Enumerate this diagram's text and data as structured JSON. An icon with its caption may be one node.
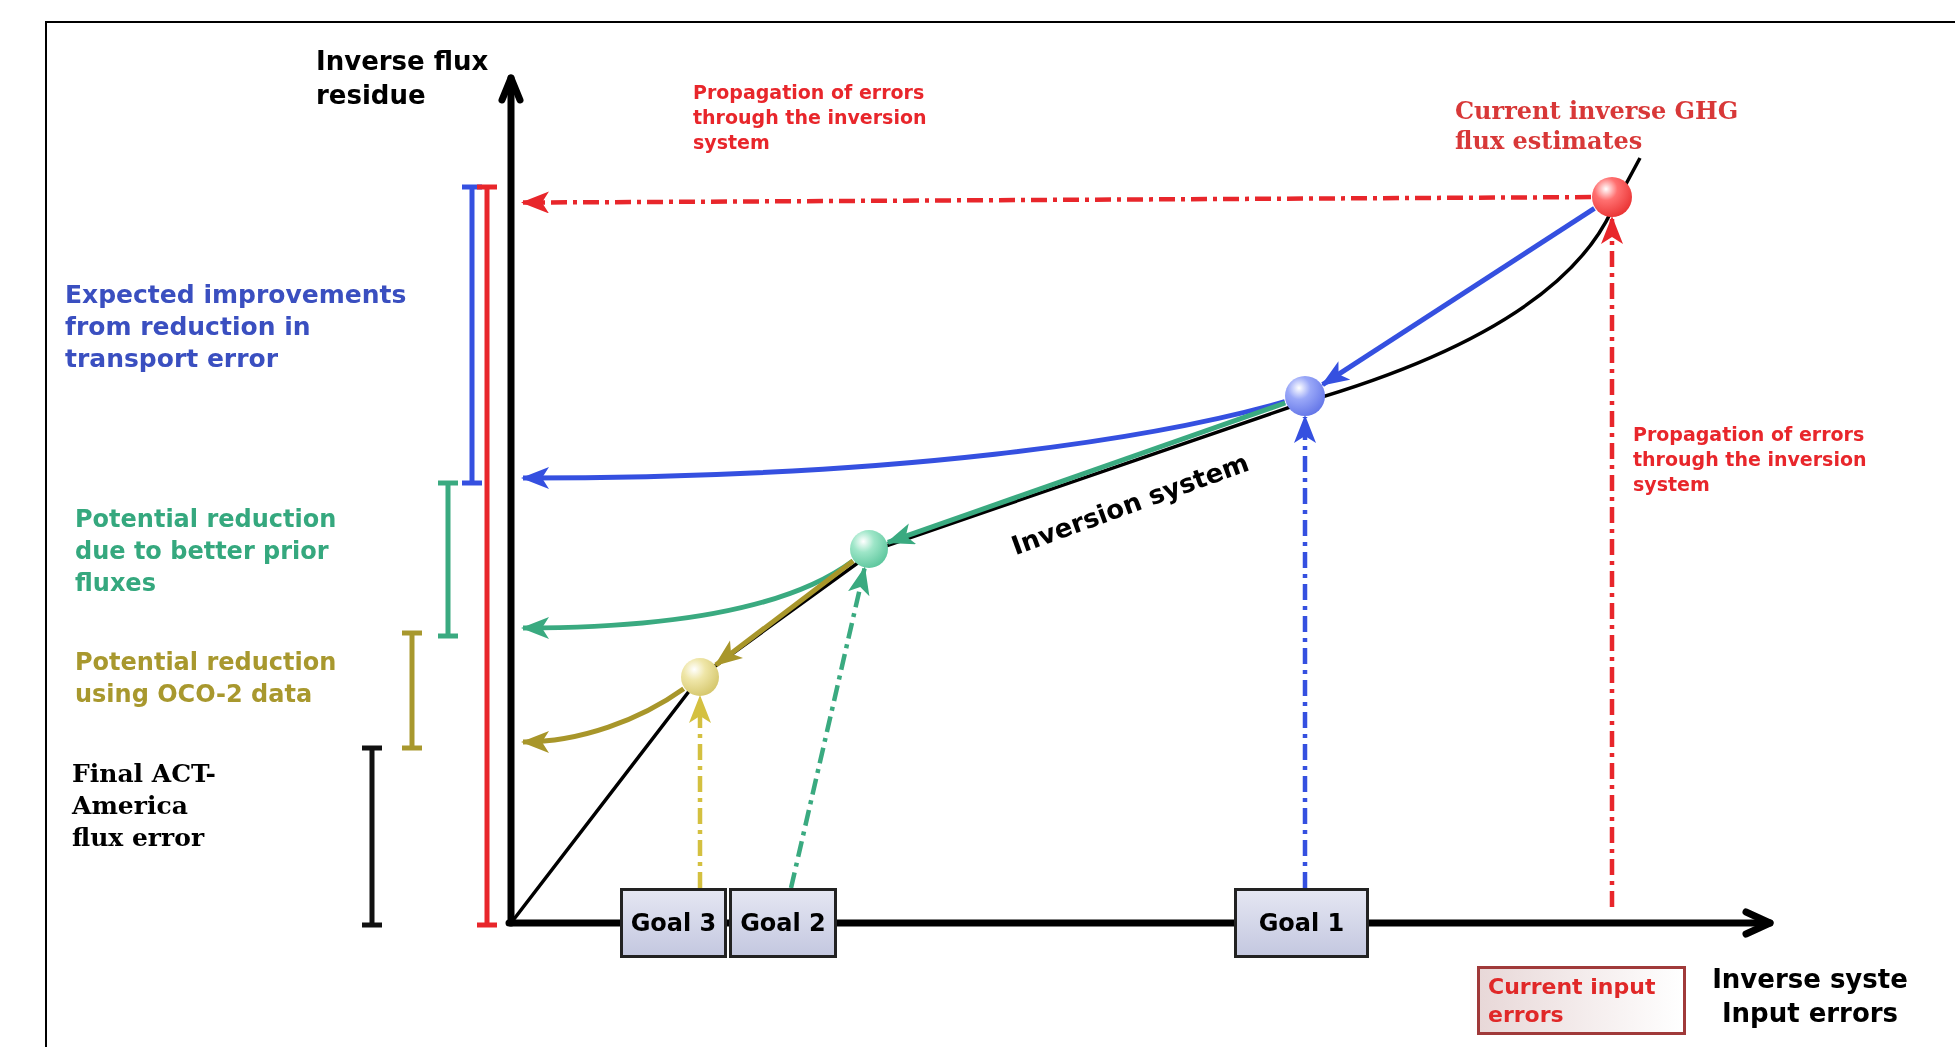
{
  "diagram": {
    "nodes": [
      {
        "text": [],
        "shape": "circle",
        "beside": [
          "Current inverse GHG flux estimates"
        ]
      },
      {
        "text": [],
        "shape": "circle"
      },
      {
        "text": [],
        "shape": "circle"
      },
      {
        "text": [],
        "shape": "circle"
      },
      {
        "text": [
          "Goal 3"
        ]
      },
      {
        "text": [
          "Goal 2"
        ]
      },
      {
        "text": [
          "Goal 1"
        ]
      },
      {
        "text": [
          "Current input errors"
        ]
      },
      {
        "text": [],
        "shape": "bar",
        "beside": [
          "Inverse flux residue"
        ]
      },
      {
        "text": [],
        "shape": "bar",
        "beside": [
          "Inverse syste Input errors"
        ]
      }
    ],
    "edges": [
      {
        "from": 0,
        "to": 8,
        "arrow": "to",
        "style": "dashed",
        "color": "#e8262b"
      },
      {
        "from": 9,
        "to": 0,
        "arrow": "to",
        "style": "dashed",
        "color": "#e8262b"
      },
      {
        "from": 0,
        "to": 1,
        "arrow": "to",
        "color": "#3550e0"
      },
      {
        "from": 1,
        "to": 8,
        "arrow": "to",
        "color": "#3550e0"
      },
      {
        "from": 1,
        "to": 2,
        "arrow": "to",
        "color": "#3aaa80"
      },
      {
        "from": 2,
        "to": 8,
        "arrow": "to",
        "color": "#3aaa80"
      },
      {
        "from": 2,
        "to": 3,
        "arrow": "to",
        "color": "#a8962a"
      },
      {
        "from": 3,
        "to": 8,
        "arrow": "to",
        "color": "#a8962a"
      },
      {
        "from": 6,
        "to": 1,
        "arrow": "to",
        "style": "dashed",
        "color": "#3550e0"
      },
      {
        "from": 5,
        "to": 2,
        "arrow": "to",
        "style": "dashed",
        "color": "#3aaa80"
      },
      {
        "from": 4,
        "to": 3,
        "arrow": "to",
        "style": "dashed",
        "color": "#d4c040"
      }
    ],
    "labels": [
      "Propagation of errors through the inversion system",
      "Expected improvements from reduction in transport error",
      "Potential reduction due to better prior fluxes",
      "Potential reduction using OCO-2 data",
      "Final ACT-America flux error",
      "Inversion system",
      "Propagation of errors through the inversion system"
    ]
  }
}
